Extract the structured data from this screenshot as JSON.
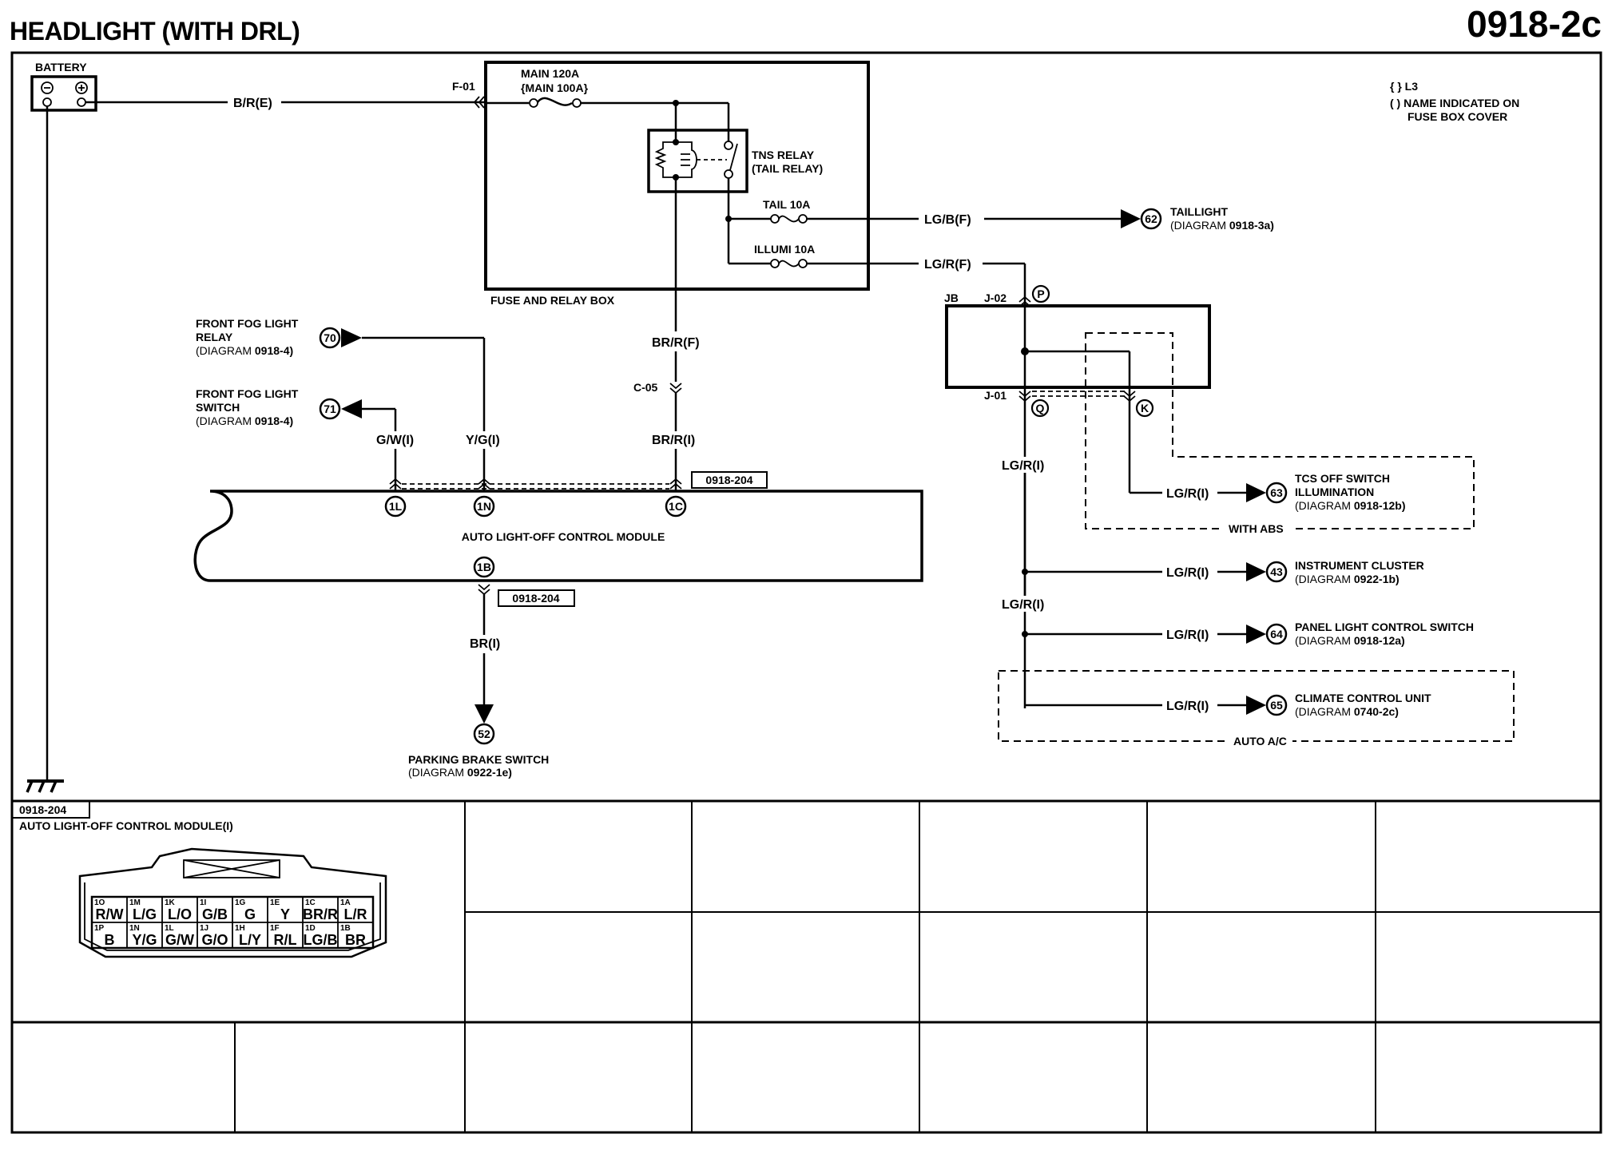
{
  "header": {
    "title": "HEADLIGHT (WITH DRL)",
    "diagram_code": "0918-2c"
  },
  "legend": {
    "line1": "{ } L3",
    "line2": "( ) NAME INDICATED ON",
    "line3": "FUSE BOX COVER"
  },
  "battery": {
    "label": "BATTERY",
    "minus": "−",
    "plus": "+"
  },
  "wires": {
    "battery_feed": "B/R(E)",
    "fuse_connector": "F-01",
    "taillight_feed": "LG/B(F)",
    "illumi_feed": "LG/R(F)",
    "relay_out_top": "BR/R(F)",
    "relay_out_bottom": "BR/R(I)",
    "intermediate_connector": "C-05",
    "fog_switch": "G/W(I)",
    "fog_relay": "Y/G(I)",
    "parking_brake": "BR(I)",
    "jb_out": "LG/R(I)",
    "jb_out_mid": "LG/R(I)",
    "tcs": "LG/R(I)",
    "cluster": "LG/R(I)",
    "panel": "LG/R(I)",
    "climate": "LG/R(I)"
  },
  "fuse_box": {
    "label": "FUSE AND RELAY BOX",
    "main_fuse_line1": "MAIN 120A",
    "main_fuse_line2": "{MAIN 100A}",
    "relay_line1": "TNS RELAY",
    "relay_line2": "(TAIL RELAY)",
    "tail_fuse": "TAIL 10A",
    "illumi_fuse": "ILLUMI 10A"
  },
  "junction_block": {
    "label": "JB",
    "connector_top": "J-02",
    "connector_bottom": "J-01",
    "pin_top": "P",
    "pin_bottom_left": "Q",
    "pin_bottom_right": "K"
  },
  "module": {
    "label": "AUTO LIGHT-OFF CONTROL MODULE",
    "connector_ref": "0918-204",
    "pins": [
      "1L",
      "1N",
      "1C",
      "1B"
    ]
  },
  "destinations": [
    {
      "num": "62",
      "name": "TAILLIGHT",
      "name2": "",
      "diagram_prefix": "(DIAGRAM ",
      "diagram": "0918-3a)"
    },
    {
      "num": "70",
      "name": "FRONT FOG LIGHT",
      "name2": "RELAY",
      "diagram_prefix": "(DIAGRAM ",
      "diagram": "0918-4)"
    },
    {
      "num": "71",
      "name": "FRONT FOG LIGHT",
      "name2": "SWITCH",
      "diagram_prefix": "(DIAGRAM ",
      "diagram": "0918-4)"
    },
    {
      "num": "63",
      "name": "TCS OFF SWITCH",
      "name2": "ILLUMINATION",
      "diagram_prefix": "(DIAGRAM ",
      "diagram": "0918-12b)"
    },
    {
      "num": "43",
      "name": "INSTRUMENT CLUSTER",
      "name2": "",
      "diagram_prefix": "(DIAGRAM ",
      "diagram": "0922-1b)"
    },
    {
      "num": "64",
      "name": "PANEL LIGHT CONTROL SWITCH",
      "name2": "",
      "diagram_prefix": "(DIAGRAM ",
      "diagram": "0918-12a)"
    },
    {
      "num": "65",
      "name": "CLIMATE CONTROL UNIT",
      "name2": "",
      "diagram_prefix": "(DIAGRAM ",
      "diagram": "0740-2c)"
    },
    {
      "num": "52",
      "name": "PARKING BRAKE SWITCH",
      "name2": "",
      "diagram_prefix": "(DIAGRAM ",
      "diagram": "0922-1e)"
    }
  ],
  "option_boxes": {
    "with_abs": "WITH ABS",
    "auto_ac": "AUTO A/C"
  },
  "connector_view": {
    "ref": "0918-204",
    "title": "AUTO LIGHT-OFF CONTROL MODULE(I)",
    "row1": [
      {
        "pin": "1O",
        "color": "R/W"
      },
      {
        "pin": "1M",
        "color": "L/G"
      },
      {
        "pin": "1K",
        "color": "L/O"
      },
      {
        "pin": "1I",
        "color": "G/B"
      },
      {
        "pin": "1G",
        "color": "G"
      },
      {
        "pin": "1E",
        "color": "Y"
      },
      {
        "pin": "1C",
        "color": "BR/R"
      },
      {
        "pin": "1A",
        "color": "L/R"
      }
    ],
    "row2": [
      {
        "pin": "1P",
        "color": "B"
      },
      {
        "pin": "1N",
        "color": "Y/G"
      },
      {
        "pin": "1L",
        "color": "G/W"
      },
      {
        "pin": "1J",
        "color": "G/O"
      },
      {
        "pin": "1H",
        "color": "L/Y"
      },
      {
        "pin": "1F",
        "color": "R/L"
      },
      {
        "pin": "1D",
        "color": "LG/B"
      },
      {
        "pin": "1B",
        "color": "BR"
      }
    ]
  }
}
